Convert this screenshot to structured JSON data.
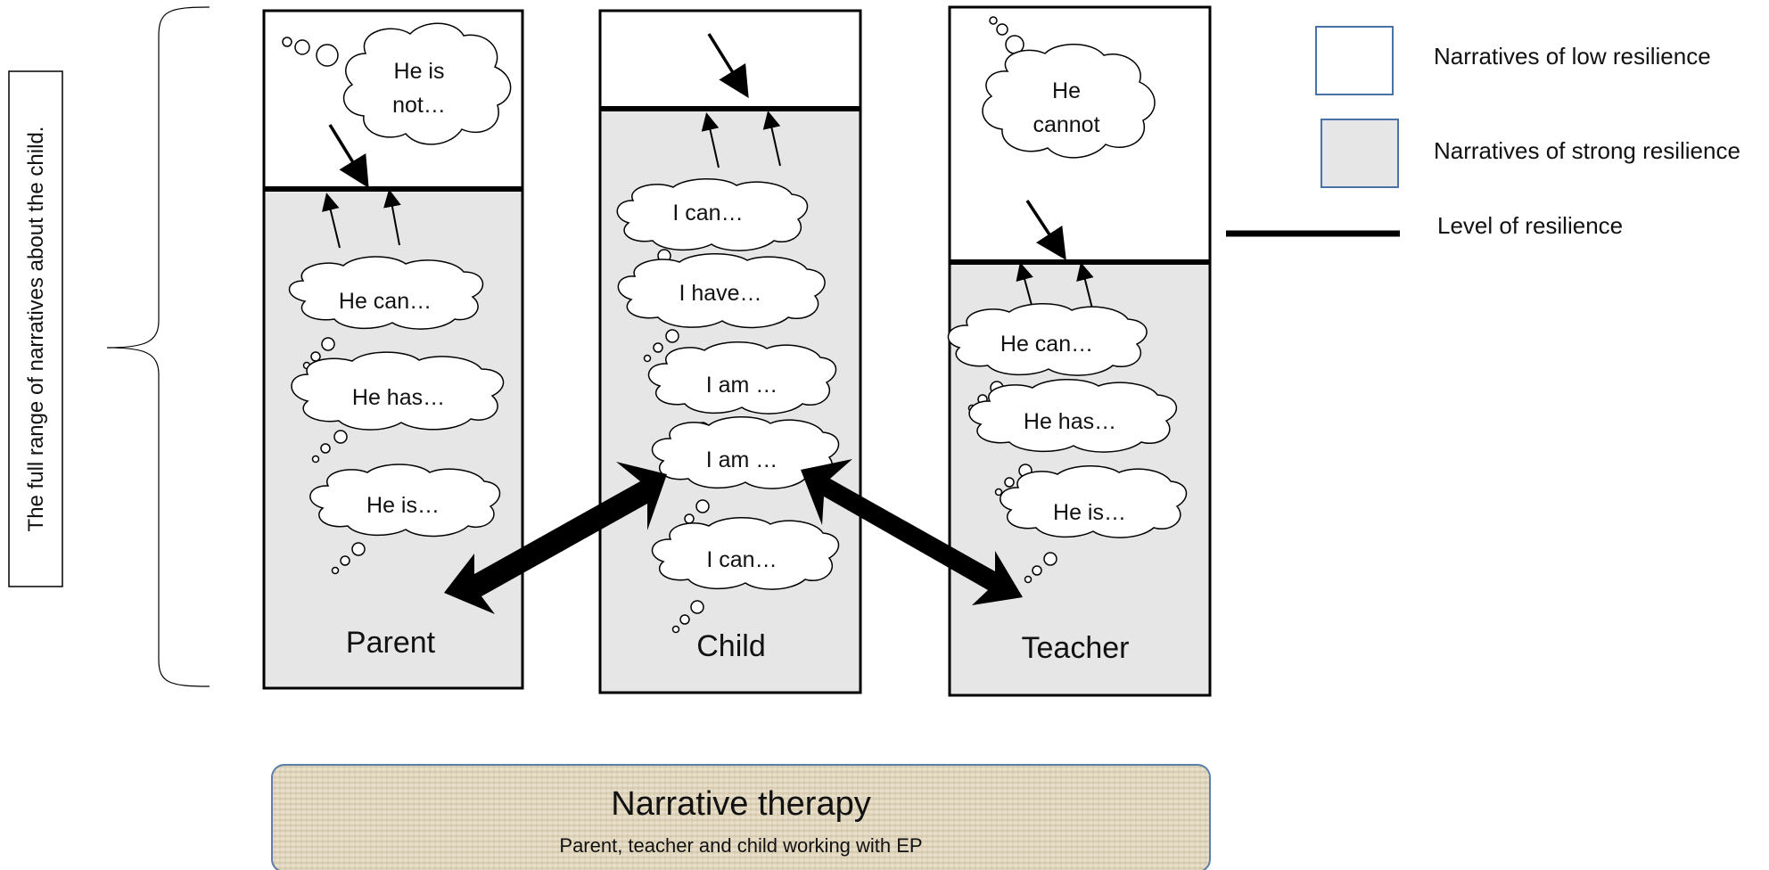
{
  "side_label": "The full range of narratives about the child.",
  "columns": {
    "parent": {
      "label": "Parent",
      "low_thought": [
        "He is",
        "not…"
      ],
      "strong_thoughts": [
        "He can…",
        "He has…",
        "He is…"
      ]
    },
    "child": {
      "label": "Child",
      "strong_thoughts": [
        "I can…",
        "I have…",
        "I am …",
        "I am …",
        "I can…"
      ]
    },
    "teacher": {
      "label": "Teacher",
      "low_thought": [
        "He",
        "cannot"
      ],
      "strong_thoughts": [
        "He can…",
        "He has…",
        "He is…"
      ]
    }
  },
  "legend": {
    "low": "Narratives of low resilience",
    "strong": "Narratives of strong resilience",
    "level": "Level of resilience"
  },
  "banner": {
    "title": "Narrative therapy",
    "subtitle": "Parent, teacher and child working with EP"
  },
  "colors": {
    "strong_fill": "#e6e6e6",
    "low_fill": "#ffffff",
    "legend_border": "#4a72a8",
    "banner_fill": "#e3d9c3",
    "banner_border": "#5a7fa8",
    "line": "#000000"
  }
}
